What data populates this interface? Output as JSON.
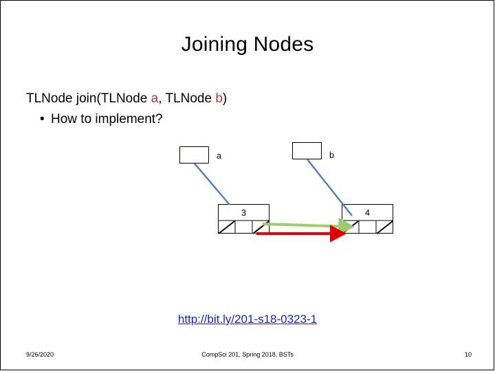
{
  "slide": {
    "title": "Joining Nodes",
    "signature": {
      "prefix": "TLNode join(TLNode ",
      "param_a": "a",
      "middle": ", TLNode ",
      "param_b": "b",
      "suffix": ")"
    },
    "bullet": {
      "marker": "•",
      "text": "How to implement?"
    },
    "link": "http://bit.ly/201-s18-0323-1",
    "footer": {
      "date": "9/26/2020",
      "center": "CompSci 201, Spring 2018, BSTs",
      "page": "10"
    },
    "diagram": {
      "nodes": [
        {
          "id": "a",
          "label": "a"
        },
        {
          "id": "b",
          "label": "b"
        },
        {
          "id": "3",
          "label": "3"
        },
        {
          "id": "4",
          "label": "4"
        }
      ],
      "colors": {
        "pointer_line": "#4a7ebb",
        "green_arrow": "#9acd6e",
        "red_arrow": "#e00000",
        "link": "#1f1fb4",
        "accent_text": "#b43838"
      }
    }
  }
}
